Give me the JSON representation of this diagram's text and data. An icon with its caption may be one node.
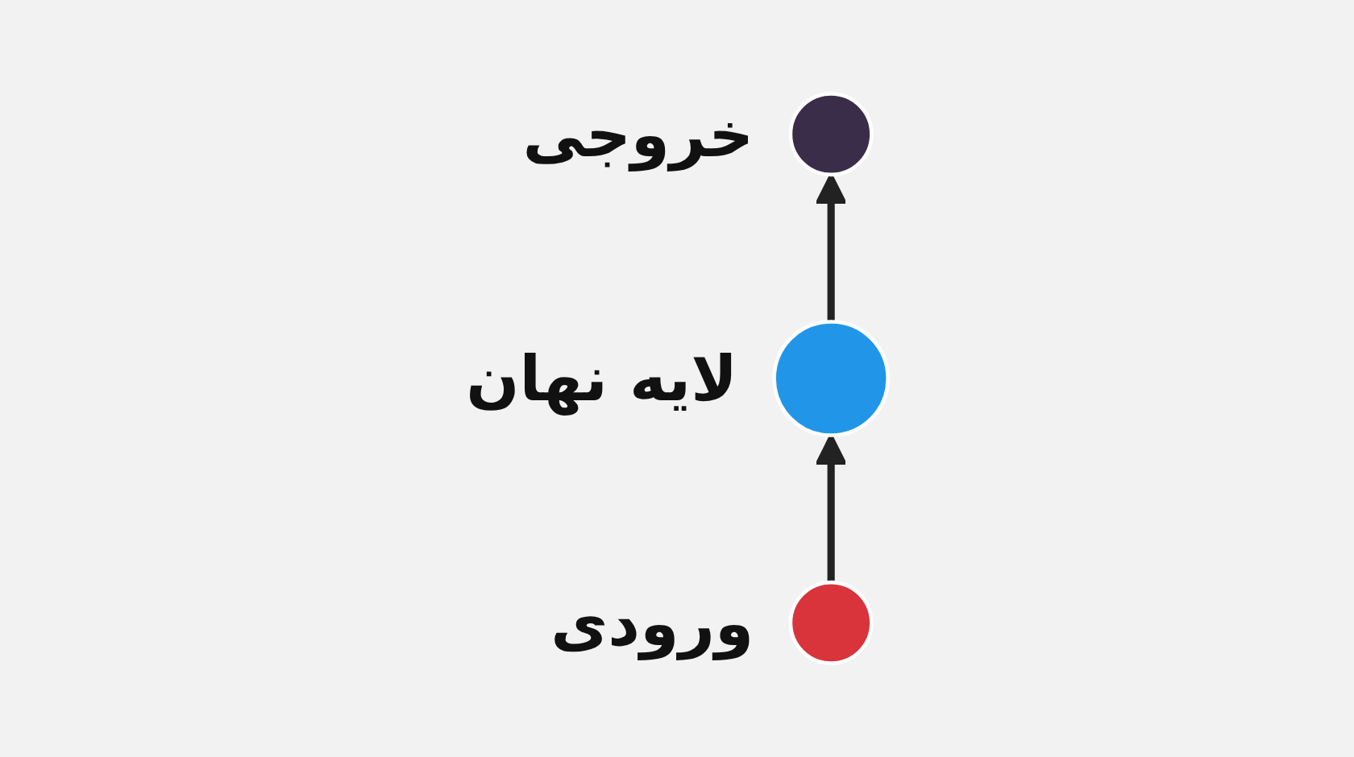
{
  "diagram": {
    "nodes": [
      {
        "text": [],
        "shape": "circle",
        "beside": [
          "خروجی"
        ]
      },
      {
        "text": [],
        "shape": "circle",
        "beside": [
          "لایه نهان"
        ]
      },
      {
        "text": [],
        "shape": "circle",
        "beside": [
          "ورودی"
        ]
      }
    ],
    "edges": [
      {
        "from": 2,
        "to": 1,
        "arrow": "to"
      },
      {
        "from": 1,
        "to": 0,
        "arrow": "to"
      }
    ]
  }
}
